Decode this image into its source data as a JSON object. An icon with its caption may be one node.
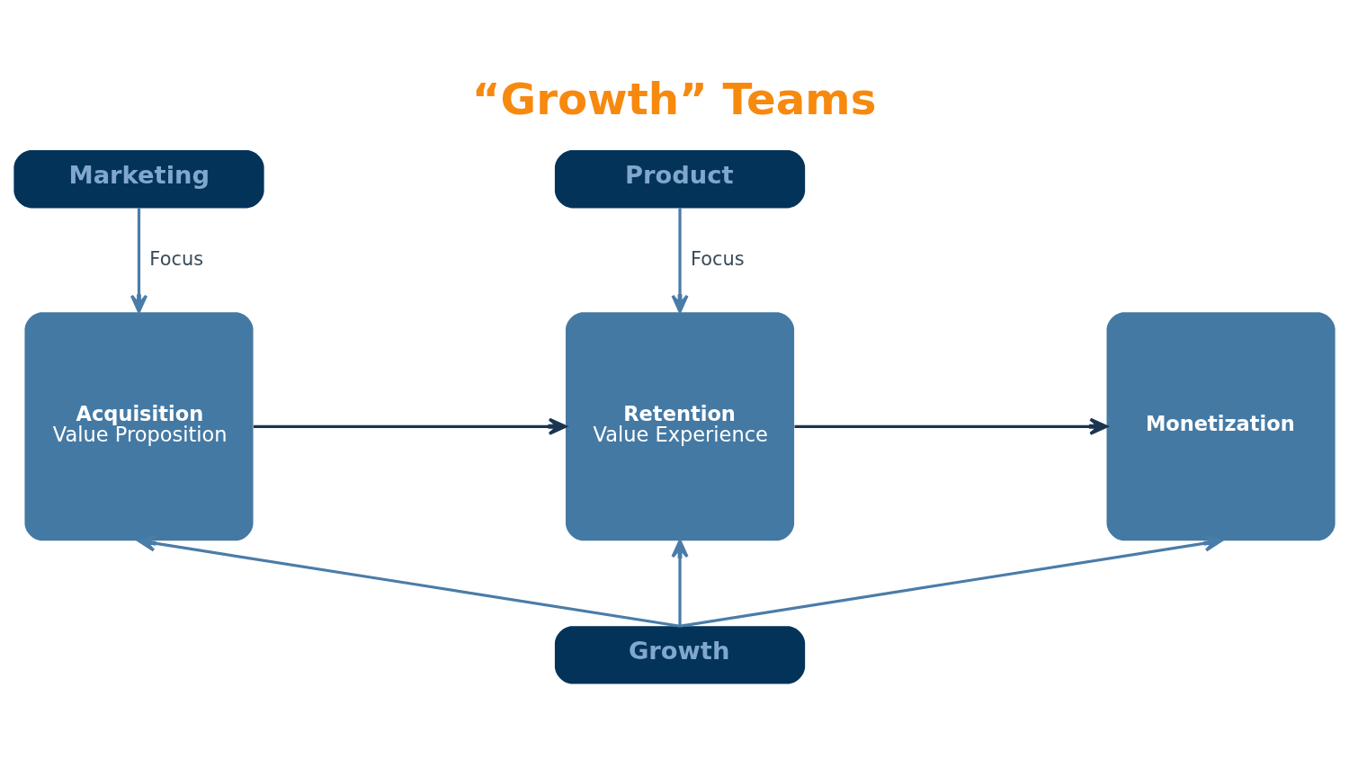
{
  "diagram": {
    "title": "“Growth” Teams",
    "nodes": [
      {
        "text": [
          "Marketing"
        ]
      },
      {
        "text": [
          "Product"
        ]
      },
      {
        "text": [
          "Acquisition",
          "Value Proposition"
        ]
      },
      {
        "text": [
          "Retention",
          "Value Experience"
        ]
      },
      {
        "text": [
          "Monetization"
        ]
      },
      {
        "text": [
          "Growth"
        ]
      }
    ],
    "edges": [
      {
        "from": 0,
        "to": 2,
        "arrow": "to",
        "label": "Focus"
      },
      {
        "from": 1,
        "to": 3,
        "arrow": "to",
        "label": "Focus"
      },
      {
        "from": 2,
        "to": 3,
        "arrow": "to",
        "color": "#1b3550"
      },
      {
        "from": 3,
        "to": 4,
        "arrow": "to",
        "color": "#1b3550"
      },
      {
        "from": 5,
        "to": 2,
        "arrow": "to"
      },
      {
        "from": 5,
        "to": 3,
        "arrow": "to"
      },
      {
        "from": 5,
        "to": 4,
        "arrow": "to"
      }
    ]
  }
}
